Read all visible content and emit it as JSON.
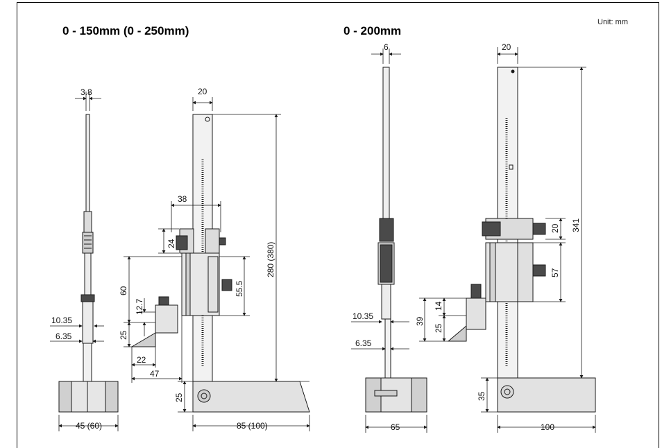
{
  "titles": {
    "left": "0 - 150mm (0 - 250mm)",
    "right": "0 - 200mm",
    "unit": "Unit: mm"
  },
  "dims_left": {
    "scribe_thickness": "3.8",
    "beam_width": "20",
    "slider_width": "38",
    "knob_height": "24",
    "total_height": "280 (380)",
    "lower_block": "60",
    "slider_height": "55.5",
    "tip_offset": "12.7",
    "tip_height": "25",
    "offset_a": "10.35",
    "offset_b": "6.35",
    "tip_length": "22",
    "jaw_reach": "47",
    "base_height": "25",
    "base_depth": "45 (60)",
    "base_width": "85 (100)"
  },
  "dims_right": {
    "scribe_thickness": "6",
    "beam_width": "20",
    "knob_block": "20",
    "total_height": "341",
    "slider_height": "57",
    "jaw_top": "14",
    "jaw_total": "39",
    "tip_height": "25",
    "offset_a": "10.35",
    "offset_b": "6.35",
    "base_height": "35",
    "base_depth": "65",
    "base_width": "100"
  },
  "colors": {
    "stroke": "#1a1a1a",
    "fill_light": "#ededed",
    "fill_mid": "#d6d6d6",
    "fill_dark": "#4a4a4a"
  }
}
